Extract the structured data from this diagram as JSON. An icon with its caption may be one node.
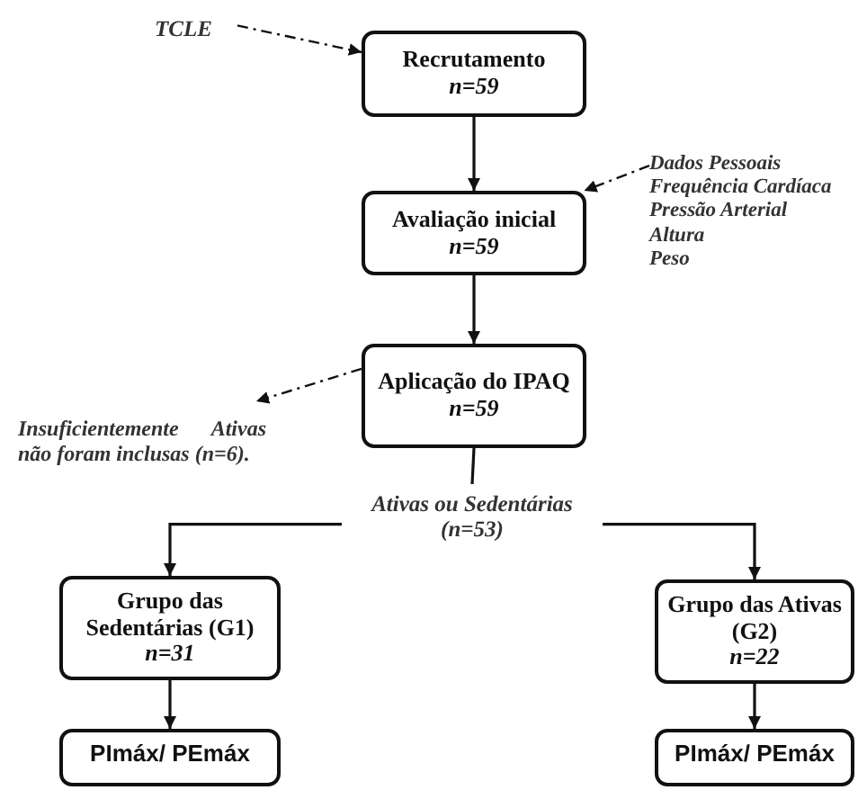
{
  "diagram": {
    "nodes": [
      {
        "text": [
          "TCLE"
        ]
      },
      {
        "text": [
          "Recrutamento",
          "n=59"
        ]
      },
      {
        "text": [
          "Avaliação inicial",
          "n=59"
        ]
      },
      {
        "text": [
          "Dados Pessoais",
          "Frequência Cardíaca",
          "Pressão Arterial",
          "Altura",
          "Peso"
        ]
      },
      {
        "text": [
          "Aplicação do IPAQ",
          "n=59"
        ]
      },
      {
        "text": [
          "Insuficientemente Ativas não foram inclusas (n=6)."
        ]
      },
      {
        "text": [
          "Ativas ou Sedentárias (n=53)"
        ]
      },
      {
        "text": [
          "Grupo das Sedentárias (G1)",
          "n=31"
        ]
      },
      {
        "text": [
          "PImáx/ PEmáx"
        ]
      },
      {
        "text": [
          "Grupo das Ativas (G2)",
          "n=22"
        ]
      },
      {
        "text": [
          "PImáx/ PEmáx"
        ]
      }
    ],
    "edges": [
      {
        "from": 0,
        "to": 1,
        "arrow": "to",
        "style": "dashed"
      },
      {
        "from": 1,
        "to": 2,
        "arrow": "to"
      },
      {
        "from": 3,
        "to": 2,
        "arrow": "to",
        "style": "dashed"
      },
      {
        "from": 2,
        "to": 4,
        "arrow": "to"
      },
      {
        "from": 4,
        "to": 5,
        "arrow": "to",
        "style": "dashed"
      },
      {
        "from": 4,
        "to": 6,
        "arrow": "none"
      },
      {
        "from": 6,
        "to": 7,
        "arrow": "to"
      },
      {
        "from": 6,
        "to": 9,
        "arrow": "to"
      },
      {
        "from": 7,
        "to": 8,
        "arrow": "to"
      },
      {
        "from": 9,
        "to": 10,
        "arrow": "to"
      }
    ]
  }
}
